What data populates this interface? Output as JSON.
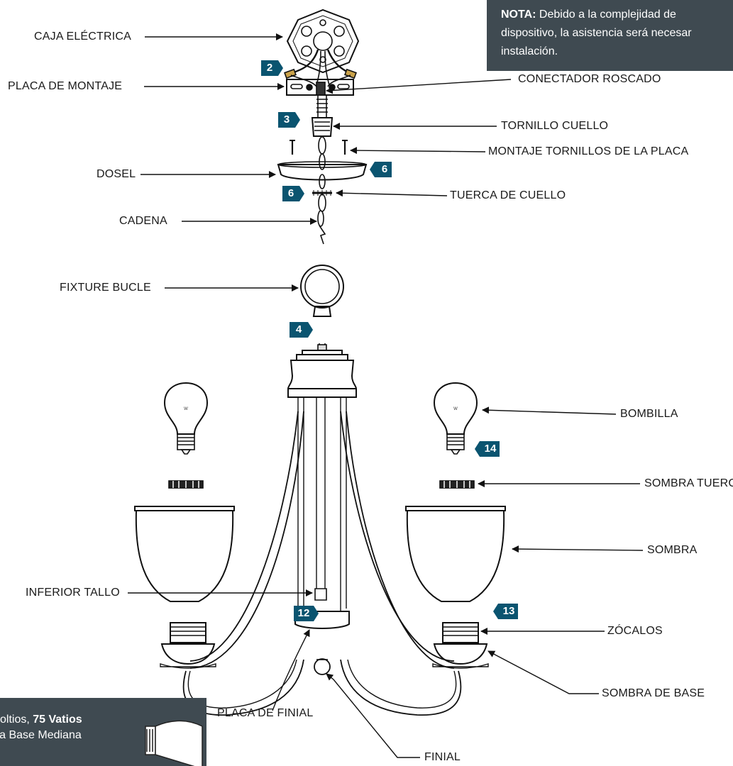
{
  "note": {
    "heading": "NOTA:",
    "line1": "Debido a la complejidad de",
    "line2": "dispositivo, la asistencia será necesar",
    "line3": "instalación."
  },
  "labels": {
    "caja_electrica": "CAJA ELÉCTRICA",
    "placa_montaje": "PLACA DE MONTAJE",
    "conector_roscado": "CONECTADOR ROSCADO",
    "tornillo_cuello": "TORNILLO CUELLO",
    "montaje_tornillos": "MONTAJE TORNILLOS DE LA PLACA",
    "dosel": "DOSEL",
    "tuerca_cuello": "TUERCA DE CUELLO",
    "cadena": "CADENA",
    "fixture_bucle": "FIXTURE BUCLE",
    "bombilla": "BOMBILLA",
    "sombra_tuerca": "SOMBRA TUERCA",
    "sombra": "SOMBRA",
    "inferior_tallo": "INFERIOR TALLO",
    "zocalos": "ZÓCALOS",
    "sombra_base": "SOMBRA DE BASE",
    "placa_finial": "PLACA DE FINIAL",
    "finial": "FINIAL"
  },
  "steps": {
    "s2": "2",
    "s3": "3",
    "s6a": "6",
    "s6b": "6",
    "s4": "4",
    "s14": "14",
    "s12": "12",
    "s13": "13"
  },
  "bulb_note": {
    "line1_prefix": "voltios,",
    "line1_bold": "75  Vatios",
    "line2": "lla Base Mediana"
  },
  "colors": {
    "step_badge": "#0a5470",
    "note_bg": "#3f4a51"
  }
}
